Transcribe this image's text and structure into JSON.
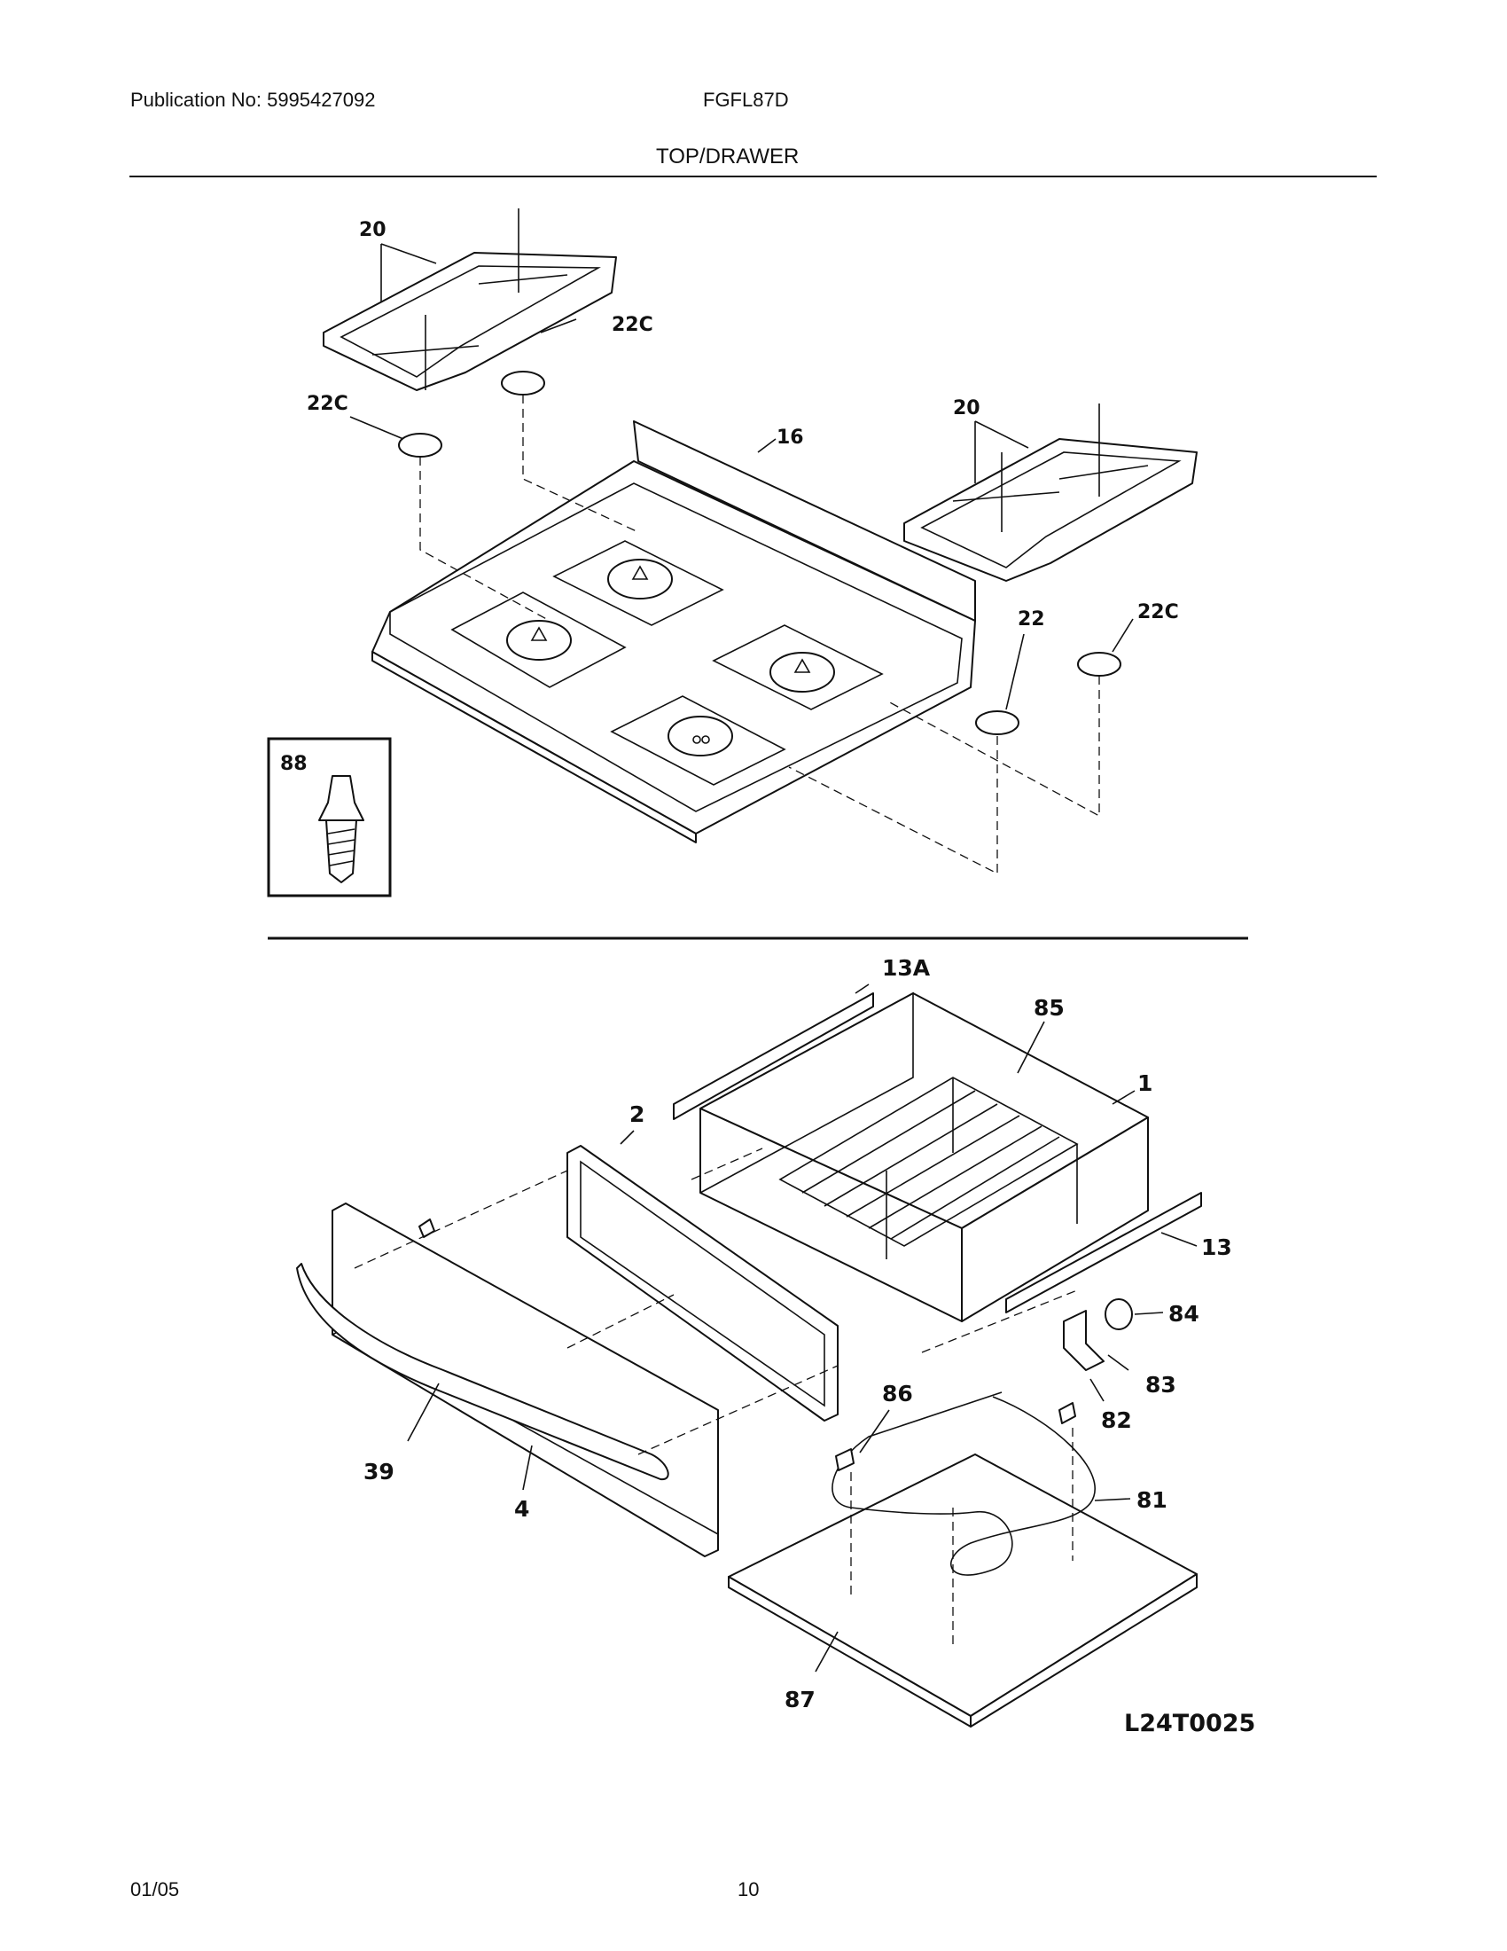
{
  "header": {
    "publication": "Publication No: 5995427092",
    "model": "FGFL87D",
    "section_title": "TOP/DRAWER"
  },
  "footer": {
    "date": "01/05",
    "page": "10"
  },
  "diagram": {
    "code": "L24T0025",
    "callouts": {
      "grate_left": "20",
      "cap_left_upper": "22C",
      "cap_left_lower": "22C",
      "cooktop": "16",
      "grate_right": "20",
      "cap_22": "22",
      "cap_right": "22C",
      "screw_inset": "88",
      "rail_top": "13A",
      "rack": "85",
      "drawer_body": "1",
      "drawer_front_frame": "2",
      "rail_right": "13",
      "sensor": "84",
      "bracket": "83",
      "clip": "82",
      "clip_86": "86",
      "handle": "39",
      "drawer_panel": "4",
      "element": "81",
      "base_pan": "87"
    }
  }
}
